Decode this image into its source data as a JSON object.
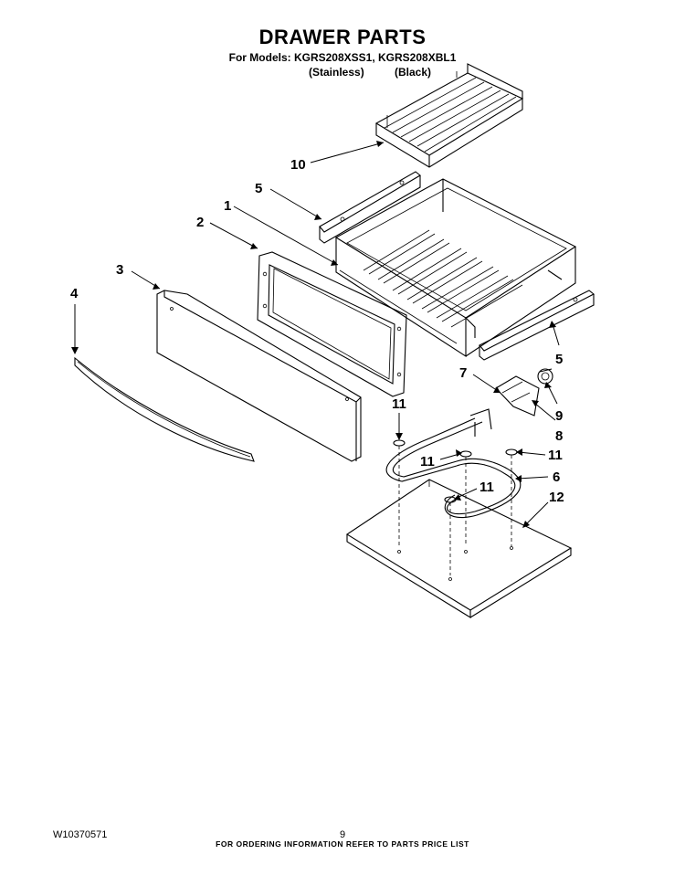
{
  "header": {
    "title": "DRAWER PARTS",
    "models_line": "For Models: KGRS208XSS1, KGRS208XBL1",
    "variant_1": "(Stainless)",
    "variant_2": "(Black)"
  },
  "callouts": {
    "c1": "1",
    "c2": "2",
    "c3": "3",
    "c4": "4",
    "c5a": "5",
    "c5b": "5",
    "c6": "6",
    "c7": "7",
    "c8": "8",
    "c9": "9",
    "c10": "10",
    "c11a": "11",
    "c11b": "11",
    "c11c": "11",
    "c11d": "11",
    "c12": "12"
  },
  "footer": {
    "ordering_note": "FOR ORDERING INFORMATION REFER TO PARTS PRICE LIST",
    "document_number": "W10370571",
    "page_number": "9"
  }
}
